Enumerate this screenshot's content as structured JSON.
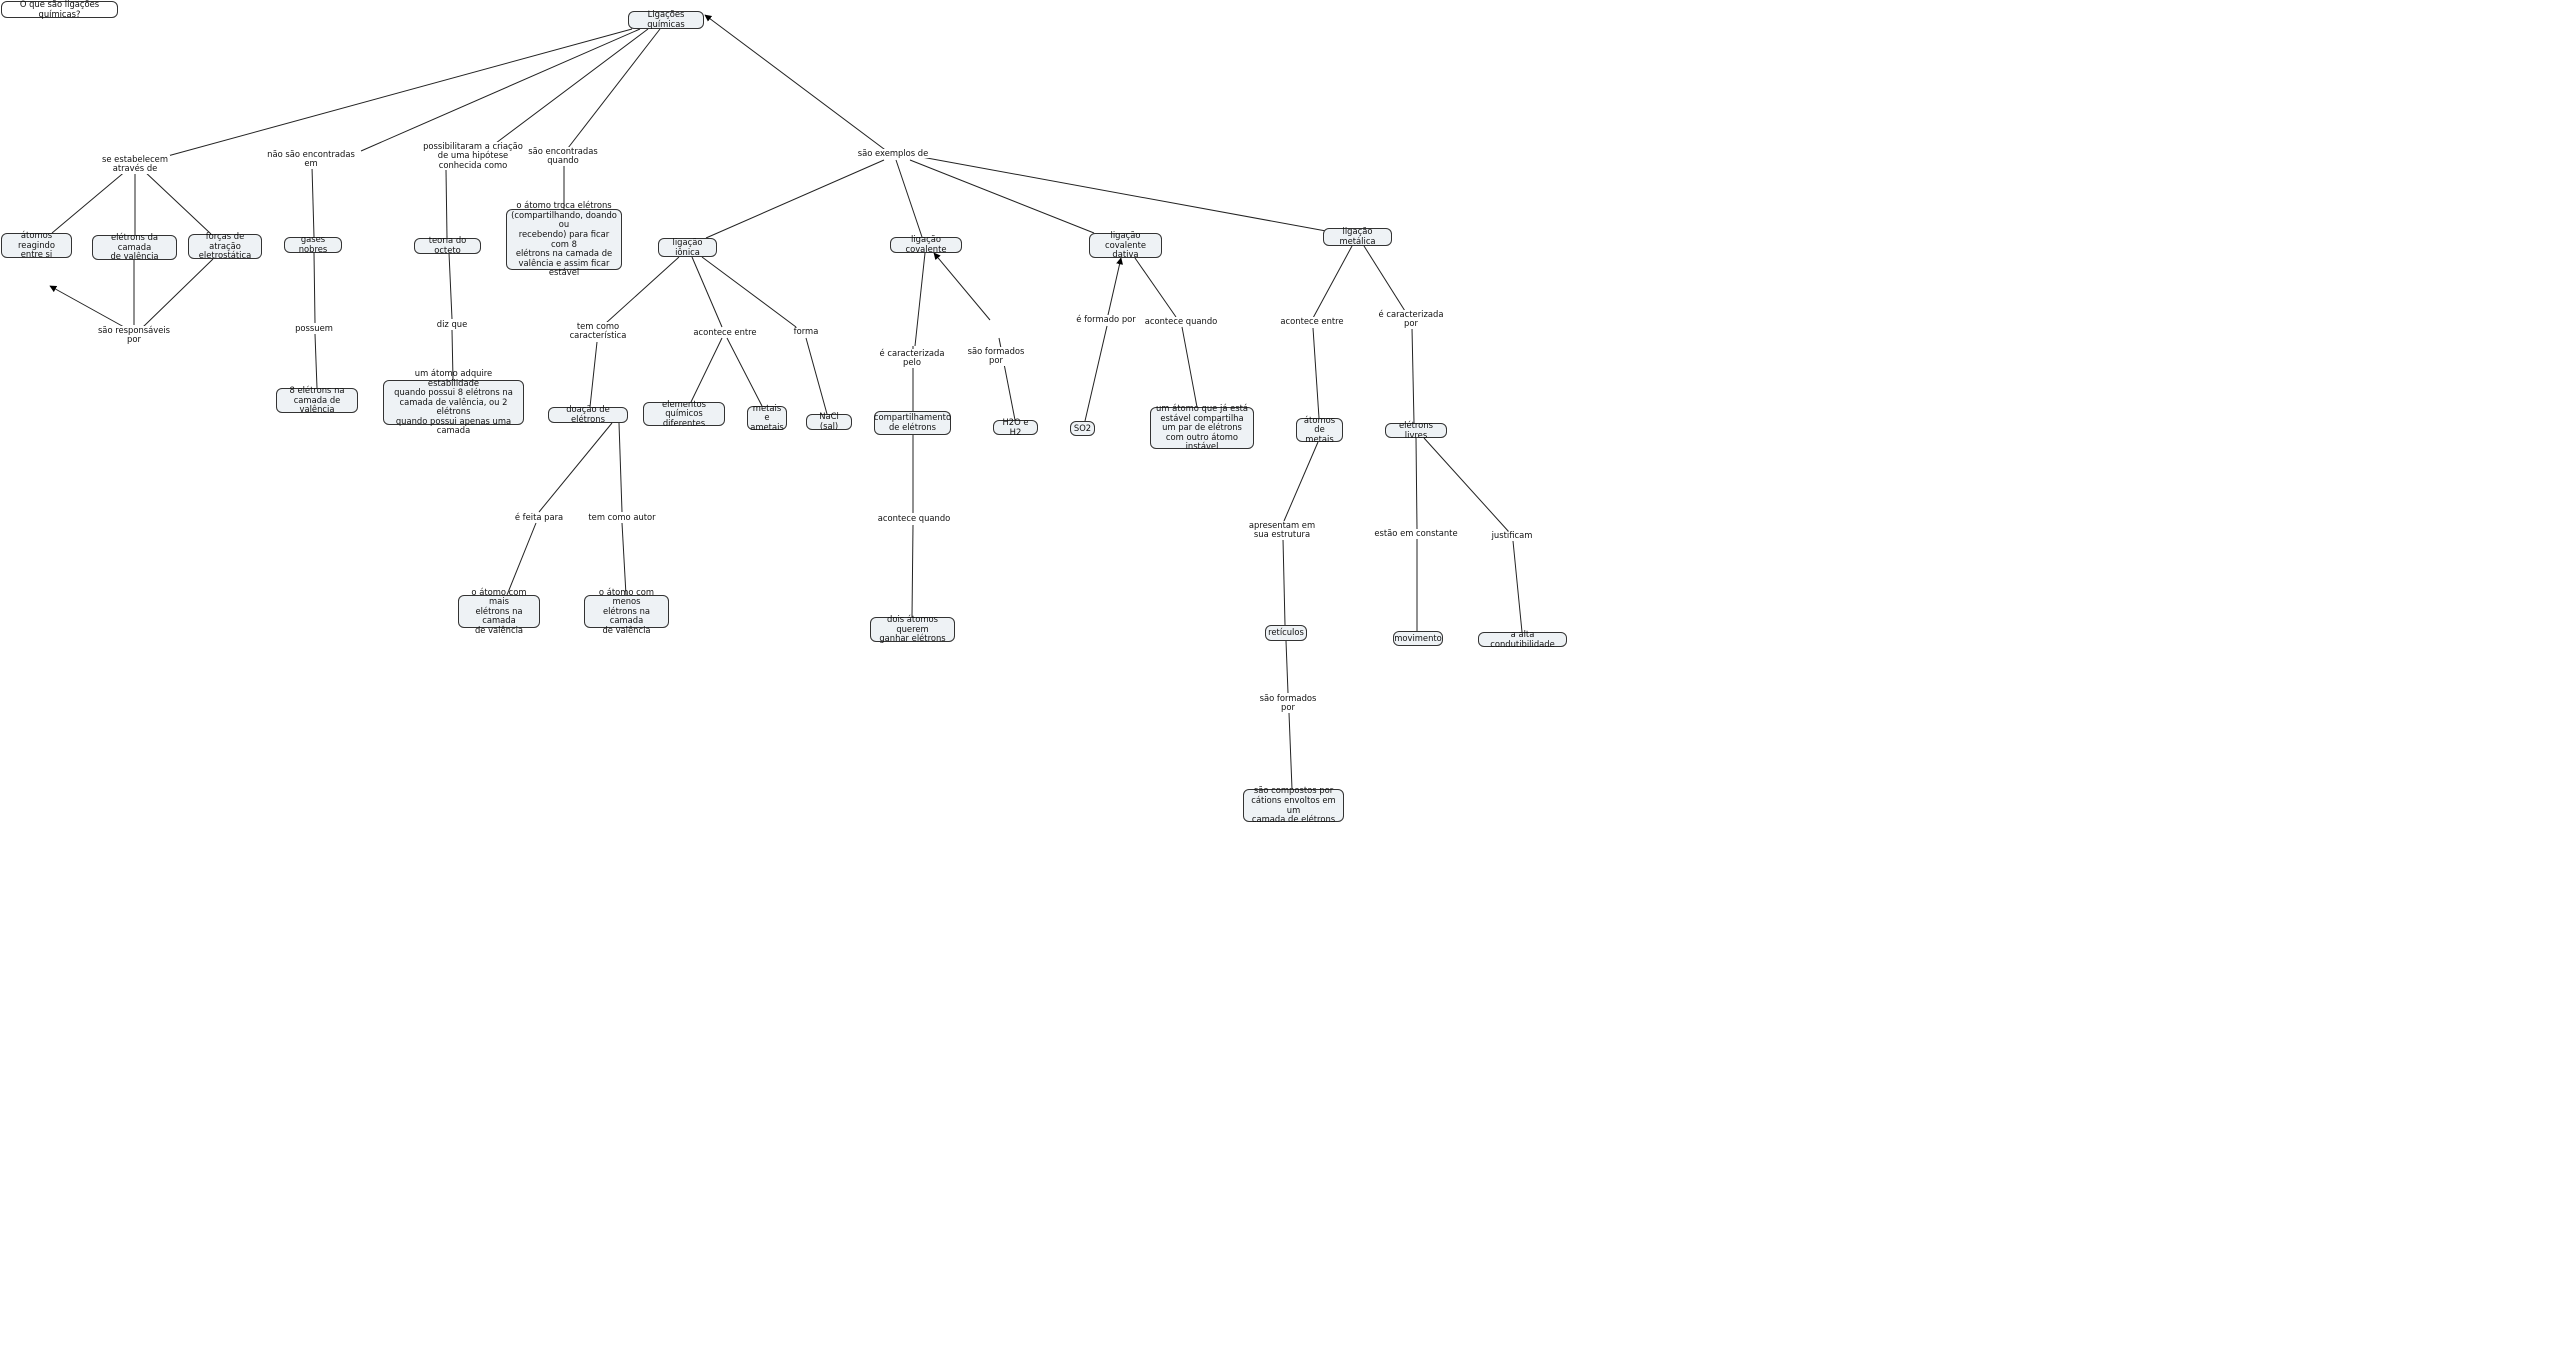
{
  "nodes": {
    "question": "O que são ligações químicas?",
    "root": "Ligações químicas",
    "atomos_reagindo": "átomos reagindo\nentre si",
    "eletrons_valencia": "elétrons da camada\nde valência",
    "forcas_atracao": "forças de atração\neletrostática",
    "gases_nobres": "gases nobres",
    "oito_eletrons": "8 elétrons na\ncamada de valência",
    "teoria_octeto": "teoria do octeto",
    "estabilidade": "um átomo adquire estabilidade\nquando possui 8 elétrons na\ncamada de valência, ou 2 elétrons\nquando possui apenas uma camada",
    "atomo_troca": "o átomo troca elétrons\n(compartilhando, doando ou\nrecebendo) para ficar com 8\nelétrons na camada de\nvalência e assim ficar\nestável",
    "ligacao_ionica": "ligação iônica",
    "doacao": "doação de elétrons",
    "mais_eletrons": "o átomo com mais\nelétrons na camada\nde valência",
    "menos_eletrons": "o átomo com menos\nelétrons na camada\nde valência",
    "elementos_diferentes": "elementos químicos\ndiferentes",
    "metais_ametais": "metais e\nametais",
    "nacl": "NaCl (sal)",
    "ligacao_covalente": "ligação covalente",
    "compartilhamento": "compartilhamento\nde elétrons",
    "dois_atomos": "dois átomos querem\nganhar elétrons",
    "h2o_h2": "H2O e H2",
    "covalente_dativa": "ligação covalente\ndativa",
    "so2": "SO2",
    "atomo_estavel": "um átomo que já está\nestável compartilha\num par de elétrons\ncom outro átomo instável",
    "ligacao_metalica": "ligação metálica",
    "atomos_metais": "átomos de\nmetais",
    "reticulos": "retículos",
    "compostos_cations": "são compostos por\ncátions envoltos em um\ncamada de elétrons",
    "eletrons_livres": "elétrons livres",
    "movimento": "movimento",
    "alta_condutibilidade": "a alta condutibilidade"
  },
  "links": {
    "se_estabelecem": "se estabelecem\natravés de",
    "sao_responsaveis": "são responsáveis\npor",
    "nao_sao_encontradas": "não são encontradas\nem",
    "possuem": "possuem",
    "possibilitaram": "possibilitaram a criação\nde uma hipótese\nconhecida como",
    "diz_que": "diz que",
    "sao_encontradas_quando": "são encontradas\nquando",
    "sao_exemplos": "são exemplos de",
    "tem_caracteristica": "tem como\ncaracterística",
    "e_feita_para": "é feita para",
    "tem_autor": "tem como autor",
    "acontece_entre_ionica": "acontece entre",
    "forma": "forma",
    "caracterizada_pelo": "é caracterizada\npelo",
    "acontece_quando_cov": "acontece quando",
    "sao_formados_por_cov": "são formados\npor",
    "e_formado_por": "é formado por",
    "acontece_quando_dat": "acontece quando",
    "acontece_entre_met": "acontece entre",
    "caracterizada_por": "é caracterizada\npor",
    "apresentam": "apresentam em\nsua estrutura",
    "sao_formados_por_ret": "são formados\npor",
    "estao_constante": "estão em constante",
    "justificam": "justificam"
  }
}
